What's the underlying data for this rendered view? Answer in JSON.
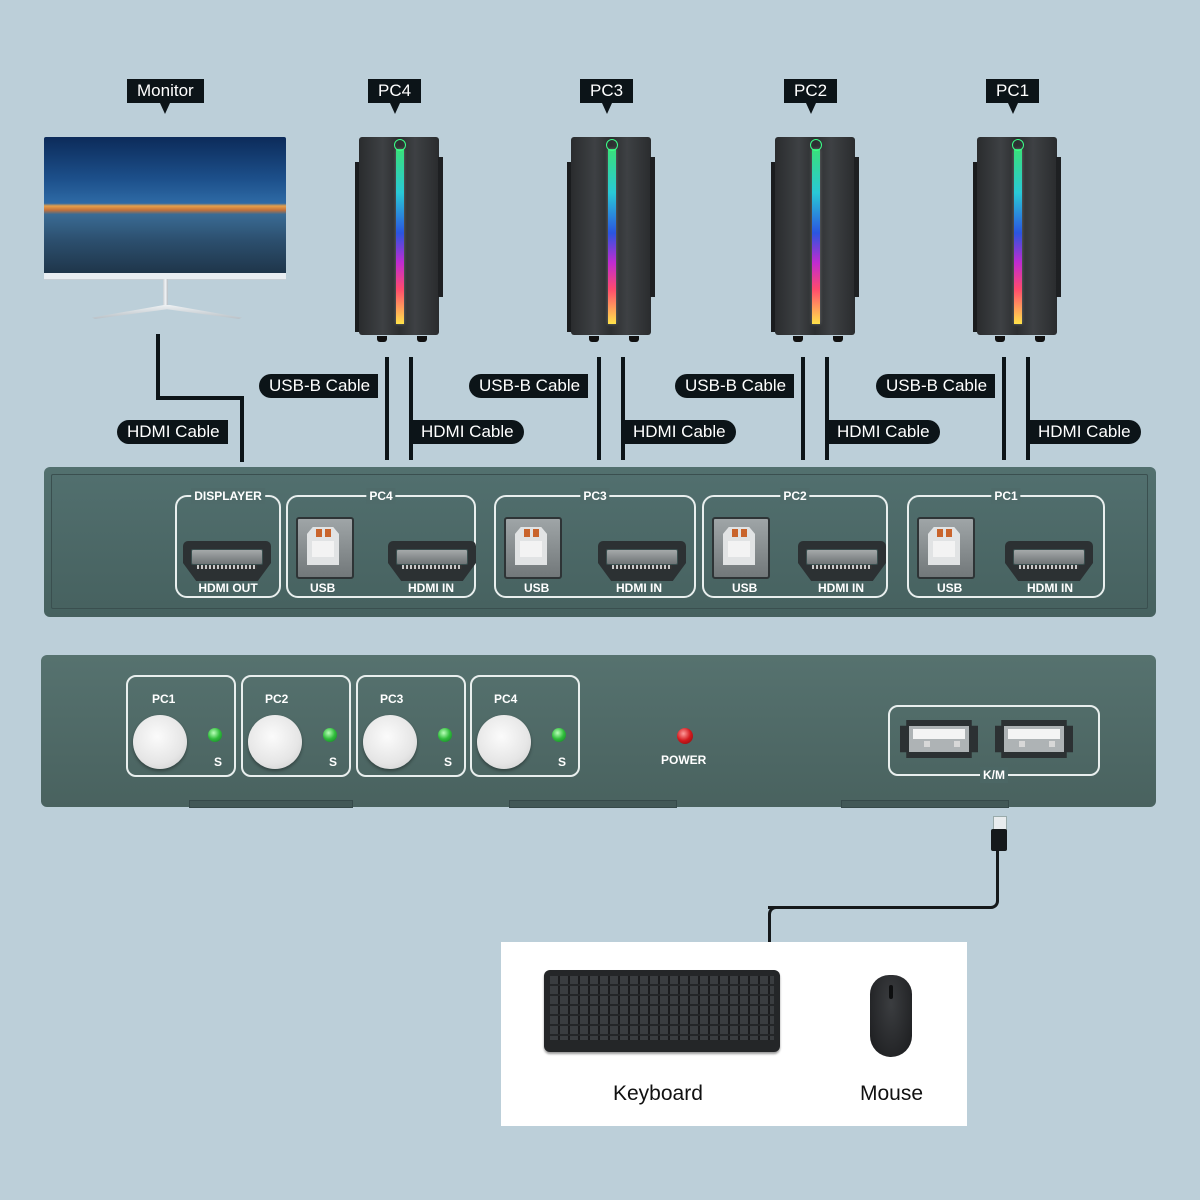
{
  "devices": {
    "monitor": {
      "label": "Monitor"
    },
    "pcs": [
      {
        "label": "PC4"
      },
      {
        "label": "PC3"
      },
      {
        "label": "PC2"
      },
      {
        "label": "PC1"
      }
    ]
  },
  "cables": {
    "monitor_hdmi": "HDMI Cable",
    "pc_links": [
      {
        "pc": "PC4",
        "usb": "USB-B Cable",
        "hdmi": "HDMI Cable"
      },
      {
        "pc": "PC3",
        "usb": "USB-B Cable",
        "hdmi": "HDMI Cable"
      },
      {
        "pc": "PC2",
        "usb": "USB-B Cable",
        "hdmi": "HDMI Cable"
      },
      {
        "pc": "PC1",
        "usb": "USB-B Cable",
        "hdmi": "HDMI Cable"
      }
    ]
  },
  "kvm_back": {
    "displayer": {
      "title": "DISPLAYER",
      "port_label": "HDMI OUT"
    },
    "groups": [
      {
        "title": "PC4",
        "usb_label": "USB",
        "hdmi_label": "HDMI IN"
      },
      {
        "title": "PC3",
        "usb_label": "USB",
        "hdmi_label": "HDMI IN"
      },
      {
        "title": "PC2",
        "usb_label": "USB",
        "hdmi_label": "HDMI IN"
      },
      {
        "title": "PC1",
        "usb_label": "USB",
        "hdmi_label": "HDMI IN"
      }
    ]
  },
  "kvm_front": {
    "buttons": [
      {
        "label": "PC1",
        "led_label": "S",
        "led_color": "#2fbd3a"
      },
      {
        "label": "PC2",
        "led_label": "S",
        "led_color": "#2fbd3a"
      },
      {
        "label": "PC3",
        "led_label": "S",
        "led_color": "#2fbd3a"
      },
      {
        "label": "PC4",
        "led_label": "S",
        "led_color": "#2fbd3a"
      }
    ],
    "power": {
      "label": "POWER",
      "led_color": "#d3191d"
    },
    "km": {
      "label": "K/M"
    }
  },
  "peripherals": {
    "keyboard": {
      "label": "Keyboard"
    },
    "mouse": {
      "label": "Mouse"
    }
  },
  "colors": {
    "background": "#bccfd9",
    "kvm_body": "#4d6a6b",
    "label_bg": "#0c1418"
  }
}
